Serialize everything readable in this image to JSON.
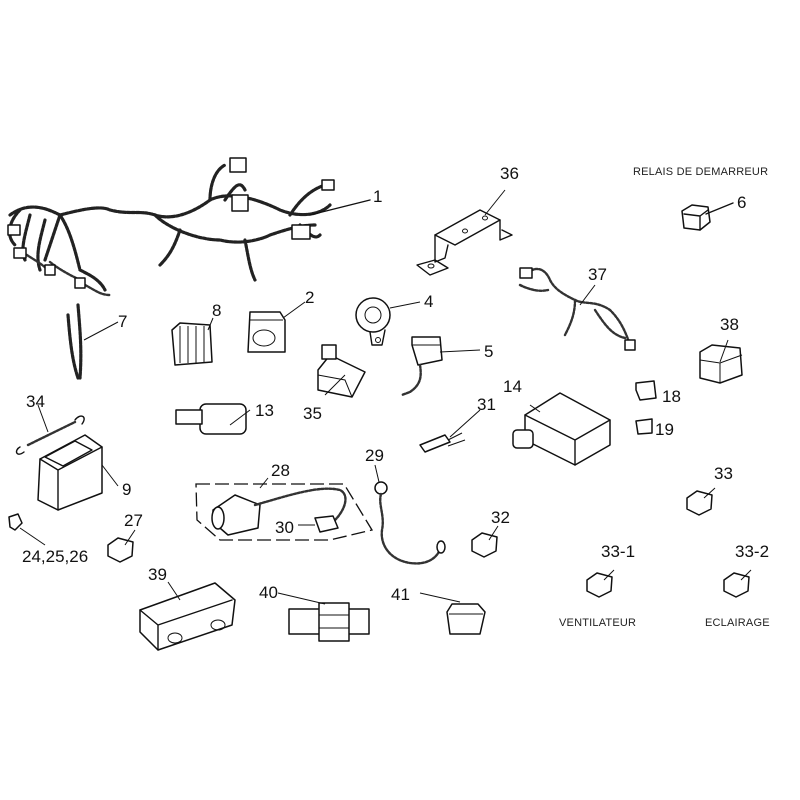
{
  "diagram": {
    "captions": {
      "starter_relay": "RELAIS DE DEMARREUR",
      "fan": "VENTILATEUR",
      "lighting": "ECLAIRAGE"
    },
    "callouts": {
      "p1": "1",
      "p2": "2",
      "p4": "4",
      "p5": "5",
      "p6": "6",
      "p7": "7",
      "p8": "8",
      "p9": "9",
      "p13": "13",
      "p14": "14",
      "p18": "18",
      "p19": "19",
      "p24": "24,25,26",
      "p27": "27",
      "p28": "28",
      "p29": "29",
      "p30": "30",
      "p31": "31",
      "p32": "32",
      "p33": "33",
      "p33_1": "33-1",
      "p33_2": "33-2",
      "p34": "34",
      "p35": "35",
      "p36": "36",
      "p37": "37",
      "p38": "38",
      "p39": "39",
      "p40": "40",
      "p41": "41"
    }
  }
}
